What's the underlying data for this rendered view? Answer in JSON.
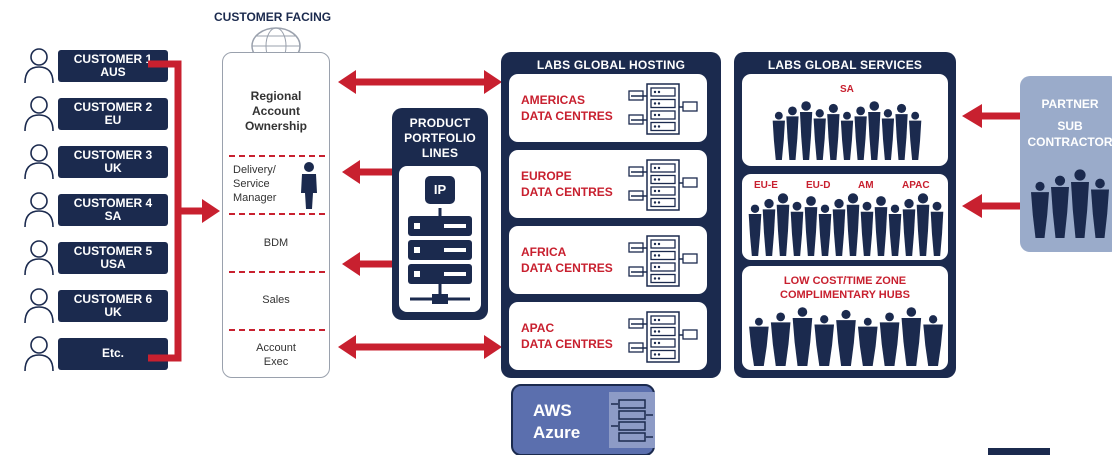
{
  "customer_facing_title": "CUSTOMER FACING",
  "customers": [
    {
      "line1": "CUSTOMER 1",
      "line2": "AUS"
    },
    {
      "line1": "CUSTOMER 2",
      "line2": "EU"
    },
    {
      "line1": "CUSTOMER 3",
      "line2": "UK"
    },
    {
      "line1": "CUSTOMER 4",
      "line2": "SA"
    },
    {
      "line1": "CUSTOMER 5",
      "line2": "USA"
    },
    {
      "line1": "CUSTOMER 6",
      "line2": "UK"
    },
    {
      "line1": "Etc.",
      "line2": ""
    }
  ],
  "roles": {
    "regional_line1": "Regional",
    "regional_line2": "Account",
    "regional_line3": "Ownership",
    "delivery_line1": "Delivery/",
    "delivery_line2": "Service",
    "delivery_line3": "Manager",
    "bdm": "BDM",
    "sales": "Sales",
    "exec_line1": "Account",
    "exec_line2": "Exec"
  },
  "product": {
    "title_line1": "PRODUCT",
    "title_line2": "PORTFOLIO",
    "title_line3": "LINES",
    "ip_label": "IP"
  },
  "hosting": {
    "title": "LABS GLOBAL HOSTING",
    "centres": [
      {
        "line1": "AMERICAS",
        "line2": "DATA CENTRES"
      },
      {
        "line1": "EUROPE",
        "line2": "DATA CENTRES"
      },
      {
        "line1": "AFRICA",
        "line2": "DATA CENTRES"
      },
      {
        "line1": "APAC",
        "line2": "DATA CENTRES"
      }
    ]
  },
  "services": {
    "title": "LABS GLOBAL SERVICES",
    "sa_label": "SA",
    "region_labels": [
      "EU-E",
      "EU-D",
      "AM",
      "APAC"
    ],
    "hubs_line1": "LOW COST/TIME ZONE",
    "hubs_line2": "COMPLIMENTARY HUBS"
  },
  "partner": {
    "line1": "PARTNER",
    "line2": "SUB",
    "line3": "CONTRACTOR"
  },
  "cloud": {
    "line1": "AWS",
    "line2": "Azure"
  },
  "colors": {
    "navy": "#1b2a4e",
    "red": "#c8202f",
    "partner_blue": "#9aabca",
    "cloud_blue": "#5b6fae"
  }
}
